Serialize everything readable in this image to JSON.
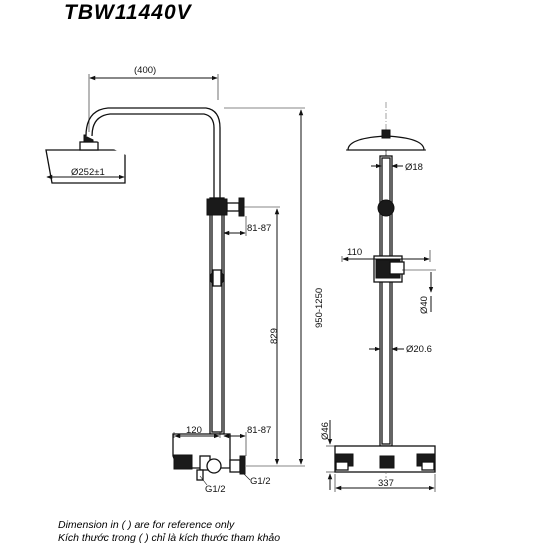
{
  "model": "TBW11440V",
  "dimensions": {
    "arm_length": "(400)",
    "head_diameter": "Ø252±1",
    "total_height": "950-1250",
    "slide_range": "829",
    "bracket_offset_upper": "81-87",
    "bracket_offset_lower": "81-87",
    "valve_depth": "120",
    "inlet_left": "G1/2",
    "inlet_right": "G1/2",
    "pipe_diameter_top": "Ø18",
    "holder_width": "110",
    "holder_diameter": "Ø40",
    "pipe_diameter_mid": "Ø20.6",
    "valve_height": "Ø46",
    "valve_width": "337"
  },
  "notes": {
    "line1": "Dimension in ( ) are for reference only",
    "line2": "Kích thước trong ( ) chỉ là kích thước tham khảo"
  }
}
